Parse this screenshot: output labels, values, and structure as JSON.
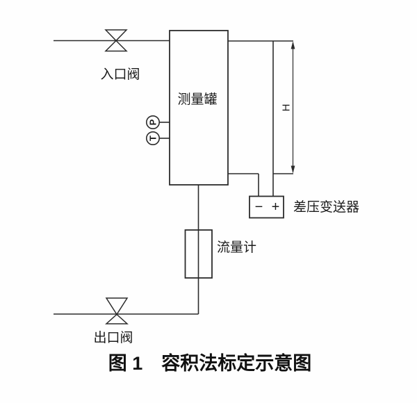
{
  "figure": {
    "caption": "图 1　容积法标定示意图"
  },
  "diagram": {
    "inlet_valve_label": "入口阀",
    "outlet_valve_label": "出口阀",
    "tank_label": "测量罐",
    "flow_meter_label": "流量计",
    "transmitter_label": "差压变送器",
    "dimension_label": "H",
    "pressure_gauge_letter": "P",
    "temperature_gauge_letter": "T",
    "transmitter_minus": "−",
    "transmitter_plus": "+"
  },
  "colors": {
    "line": "#2b2b2b",
    "text": "#1b1b1b",
    "background": "#fefefe"
  }
}
